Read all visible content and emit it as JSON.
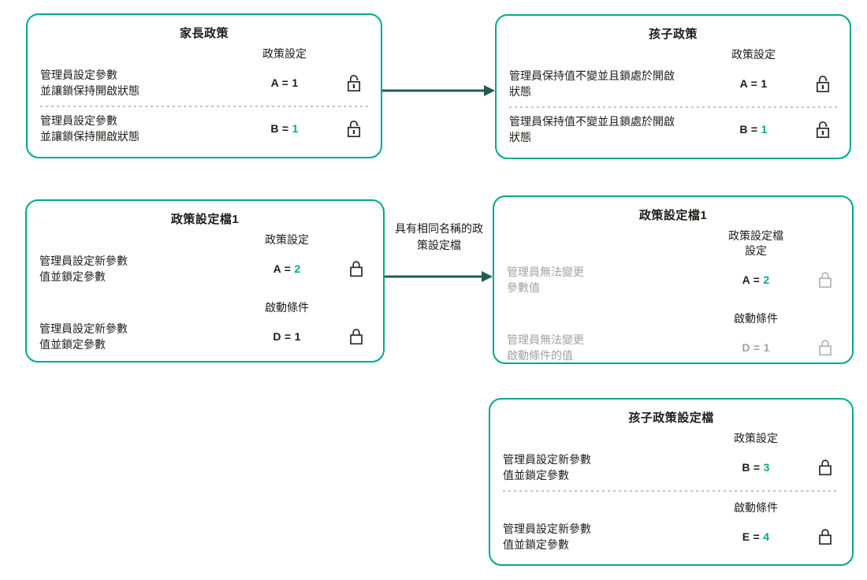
{
  "colors": {
    "box_border": "#00a88e",
    "value_accent": "#00a88e",
    "arrow": "#205c55",
    "text": "#1d1d1b",
    "muted_text": "#a2a2a2",
    "lock_dark": "#2b2b2b",
    "lock_gray": "#b2b2b2",
    "divider_dash": "#c3c3c3"
  },
  "arrows": {
    "policy_arrow_icon": "arrow-right-icon",
    "profile_arrow_icon": "arrow-right-icon",
    "profile_arrow_label": "具有相同名稱的政\n策設定檔"
  },
  "boxes": {
    "parent_policy": {
      "title": "家長政策",
      "header1": "政策設定",
      "rows": [
        {
          "label": "管理員設定參數\n並讓鎖保持開啟狀態",
          "param": "A = ",
          "value": "1",
          "lock": "lock-open-icon"
        },
        {
          "label": "管理員設定參數\n並讓鎖保持開啟狀態",
          "param": "B = ",
          "value": "1",
          "lock": "lock-open-icon"
        }
      ]
    },
    "child_policy": {
      "title": "孩子政策",
      "header1": "政策設定",
      "rows": [
        {
          "label": "管理員保持值不變並且鎖處於開啟\n狀態",
          "param": "A = ",
          "value": "1",
          "lock": "lock-open-icon"
        },
        {
          "label": "管理員保持值不變並且鎖處於開啟\n狀態",
          "param": "B = ",
          "value": "1",
          "lock": "lock-open-icon"
        }
      ]
    },
    "policy_profile_parent": {
      "title": "政策設定檔1",
      "header1": "政策設定",
      "header2": "啟動條件",
      "rows": [
        {
          "label": "管理員設定新參數\n值並鎖定參數",
          "param": "A = ",
          "value": "2",
          "lock": "lock-closed-icon"
        },
        {
          "label": "管理員設定新參數\n值並鎖定參數",
          "param": "D = ",
          "value": "1",
          "lock": "lock-closed-icon"
        }
      ]
    },
    "policy_profile_child": {
      "title": "政策設定檔1",
      "header1": "政策設定檔\n設定",
      "header2": "啟動條件",
      "rows": [
        {
          "label": "管理員無法變更\n參數值",
          "param": "A = ",
          "value": "2",
          "lock": "lock-closed-icon"
        },
        {
          "label": "管理員無法變更\n啟動條件的值",
          "param": "D = ",
          "value": "1",
          "lock": "lock-closed-icon"
        }
      ]
    },
    "child_policy_profile": {
      "title": "孩子政策設定檔",
      "header1": "政策設定",
      "header2": "啟動條件",
      "rows": [
        {
          "label": "管理員設定新參數\n值並鎖定參數",
          "param": "B = ",
          "value": "3",
          "lock": "lock-closed-icon"
        },
        {
          "label": "管理員設定新參數\n值並鎖定參數",
          "param": "E = ",
          "value": "4",
          "lock": "lock-closed-icon"
        }
      ]
    }
  }
}
